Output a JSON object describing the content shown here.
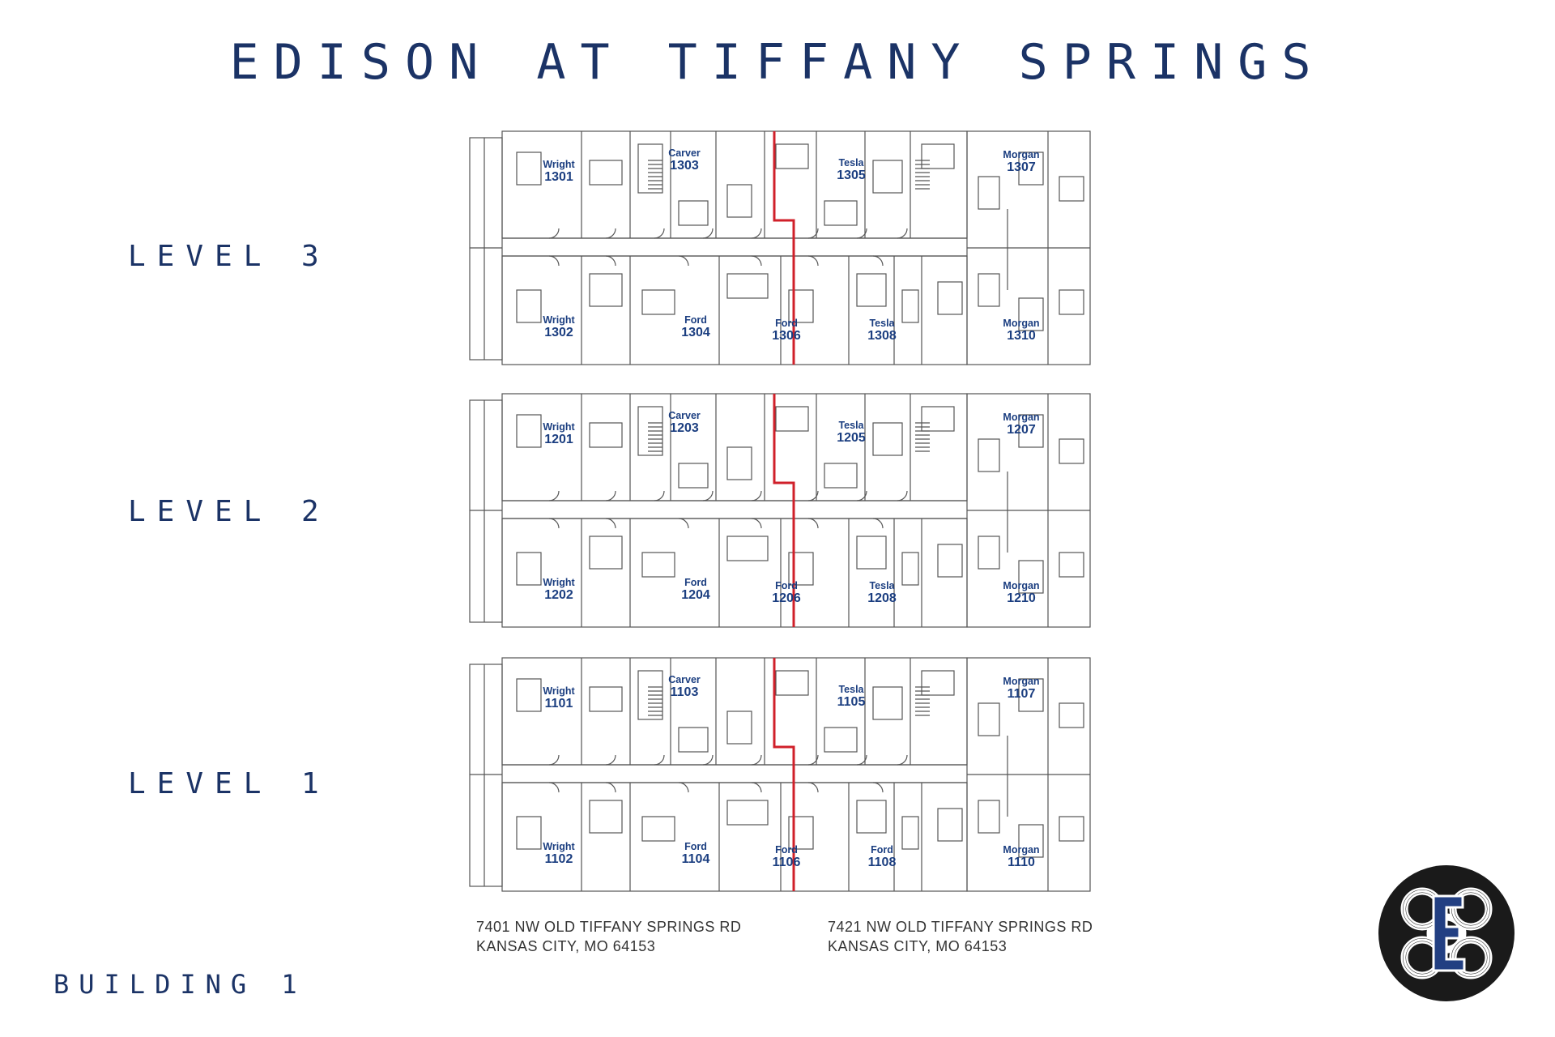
{
  "title": "EDISON AT TIFFANY SPRINGS",
  "building_label": "BUILDING 1",
  "addresses": [
    {
      "line1": "7401 NW OLD TIFFANY SPRINGS RD",
      "line2": "KANSAS CITY, MO 64153"
    },
    {
      "line1": "7421 NW OLD TIFFANY SPRINGS RD",
      "line2": "KANSAS CITY, MO 64153"
    }
  ],
  "colors": {
    "brand": "#1b3366",
    "unit_text": "#1b3e80",
    "divider": "#d0202a",
    "linework": "#555555"
  },
  "logo_icon": "edison-e-emblem",
  "levels": [
    {
      "label": "LEVEL 3",
      "top_units": [
        {
          "name": "Wright",
          "number": "1301"
        },
        {
          "name": "Carver",
          "number": "1303"
        },
        {
          "name": "Tesla",
          "number": "1305"
        },
        {
          "name": "Morgan",
          "number": "1307"
        }
      ],
      "bottom_units": [
        {
          "name": "Wright",
          "number": "1302"
        },
        {
          "name": "Ford",
          "number": "1304"
        },
        {
          "name": "Ford",
          "number": "1306"
        },
        {
          "name": "Tesla",
          "number": "1308"
        },
        {
          "name": "Morgan",
          "number": "1310"
        }
      ]
    },
    {
      "label": "LEVEL 2",
      "top_units": [
        {
          "name": "Wright",
          "number": "1201"
        },
        {
          "name": "Carver",
          "number": "1203"
        },
        {
          "name": "Tesla",
          "number": "1205"
        },
        {
          "name": "Morgan",
          "number": "1207"
        }
      ],
      "bottom_units": [
        {
          "name": "Wright",
          "number": "1202"
        },
        {
          "name": "Ford",
          "number": "1204"
        },
        {
          "name": "Ford",
          "number": "1206"
        },
        {
          "name": "Tesla",
          "number": "1208"
        },
        {
          "name": "Morgan",
          "number": "1210"
        }
      ]
    },
    {
      "label": "LEVEL 1",
      "top_units": [
        {
          "name": "Wright",
          "number": "1101"
        },
        {
          "name": "Carver",
          "number": "1103"
        },
        {
          "name": "Tesla",
          "number": "1105"
        },
        {
          "name": "Morgan",
          "number": "1107"
        }
      ],
      "bottom_units": [
        {
          "name": "Wright",
          "number": "1102"
        },
        {
          "name": "Ford",
          "number": "1104"
        },
        {
          "name": "Ford",
          "number": "1106"
        },
        {
          "name": "Ford",
          "number": "1108"
        },
        {
          "name": "Morgan",
          "number": "1110"
        }
      ]
    }
  ]
}
